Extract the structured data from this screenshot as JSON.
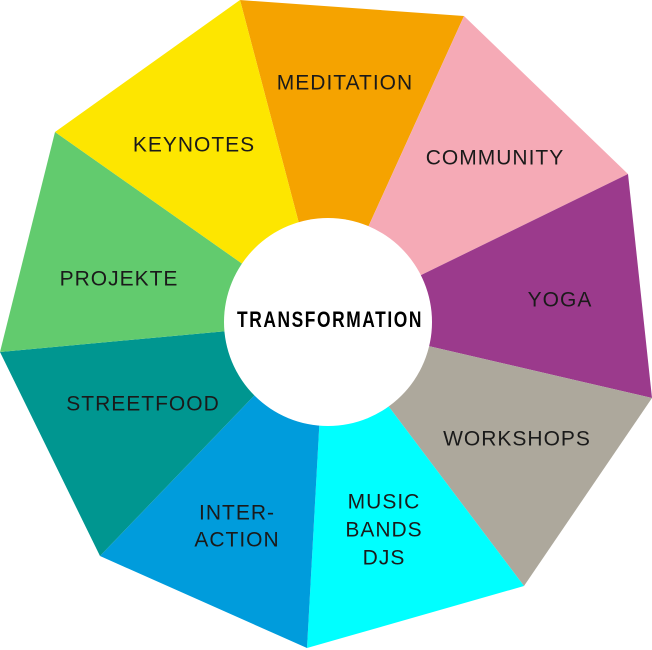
{
  "center": {
    "label": "TRANSFORMATION",
    "color": "#ffffff"
  },
  "segments": [
    {
      "id": "meditation",
      "lines": [
        "MEDITATION"
      ],
      "color": "#F5A300"
    },
    {
      "id": "community",
      "lines": [
        "COMMUNITY"
      ],
      "color": "#F5AAB6"
    },
    {
      "id": "yoga",
      "lines": [
        "YOGA"
      ],
      "color": "#9B3A8C"
    },
    {
      "id": "workshops",
      "lines": [
        "WORKSHOPS"
      ],
      "color": "#ADA89C"
    },
    {
      "id": "music",
      "lines": [
        "MUSIC",
        "BANDS",
        "DJS"
      ],
      "color": "#00FFFF"
    },
    {
      "id": "interaction",
      "lines": [
        "INTER-",
        "ACTION"
      ],
      "color": "#009CDC"
    },
    {
      "id": "streetfood",
      "lines": [
        "STREETFOOD"
      ],
      "color": "#009690"
    },
    {
      "id": "projekte",
      "lines": [
        "PROJEKTE"
      ],
      "color": "#62CB6E"
    },
    {
      "id": "keynotes",
      "lines": [
        "KEYNOTES"
      ],
      "color": "#FDE600"
    }
  ]
}
